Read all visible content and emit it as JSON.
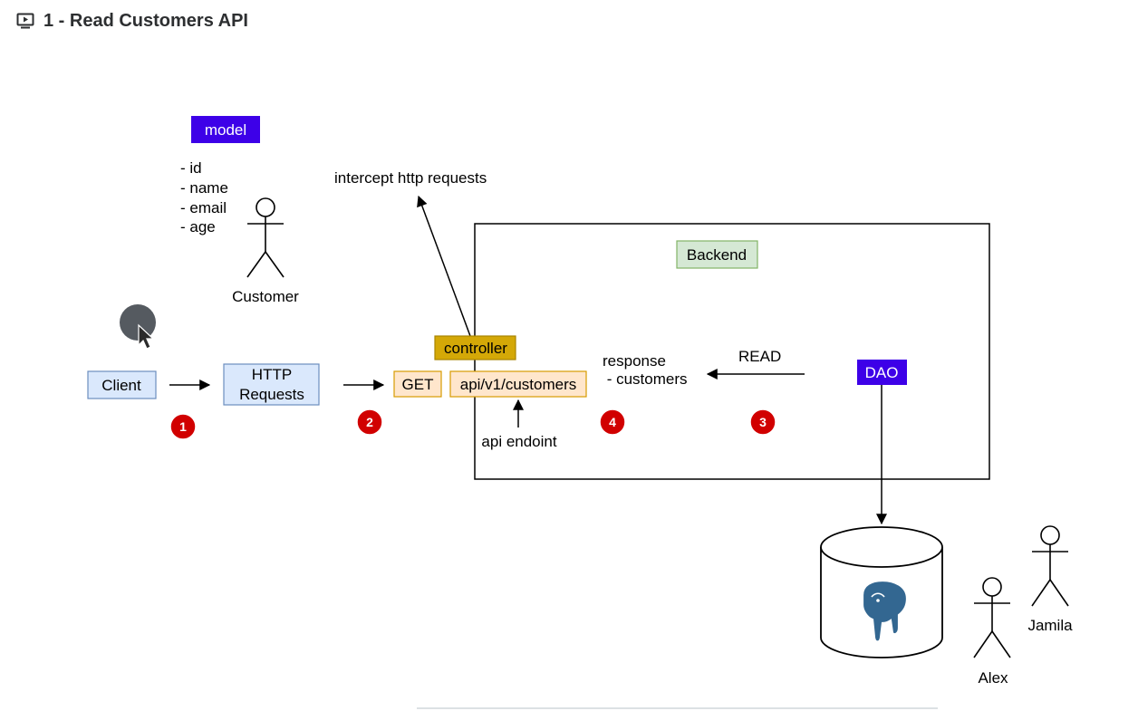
{
  "header": {
    "title": "1 - Read Customers API",
    "icon": "video-play-icon"
  },
  "diagram": {
    "model": {
      "title": "model",
      "fields": [
        "- id",
        "- name",
        "- email",
        "- age"
      ]
    },
    "customer_label": "Customer",
    "intercept_label": "intercept http requests",
    "backend_label": "Backend",
    "controller_label": "controller",
    "client_label": "Client",
    "http_requests": [
      "HTTP",
      "Requests"
    ],
    "get_label": "GET",
    "endpoint_label": "api/v1/customers",
    "api_endpoint_label": "api endoint",
    "response_lines": [
      "response",
      " - customers"
    ],
    "read_label": "READ",
    "dao_label": "DAO",
    "steps": [
      "1",
      "2",
      "4",
      "3"
    ],
    "users": [
      "Alex",
      "Jamila"
    ],
    "database_icon": "postgresql-elephant-icon"
  },
  "colors": {
    "model_fill": "#3d00e8",
    "dao_fill": "#3d00e8",
    "controller_fill": "#d4a807",
    "blue_box": "#dae8fc",
    "blue_stroke": "#6c8ebf",
    "orange_box": "#ffe6cc",
    "orange_stroke": "#d79b00",
    "green_box": "#d5e8d4",
    "green_stroke": "#82b366",
    "badge_red": "#d10000",
    "pg_blue": "#336791"
  }
}
